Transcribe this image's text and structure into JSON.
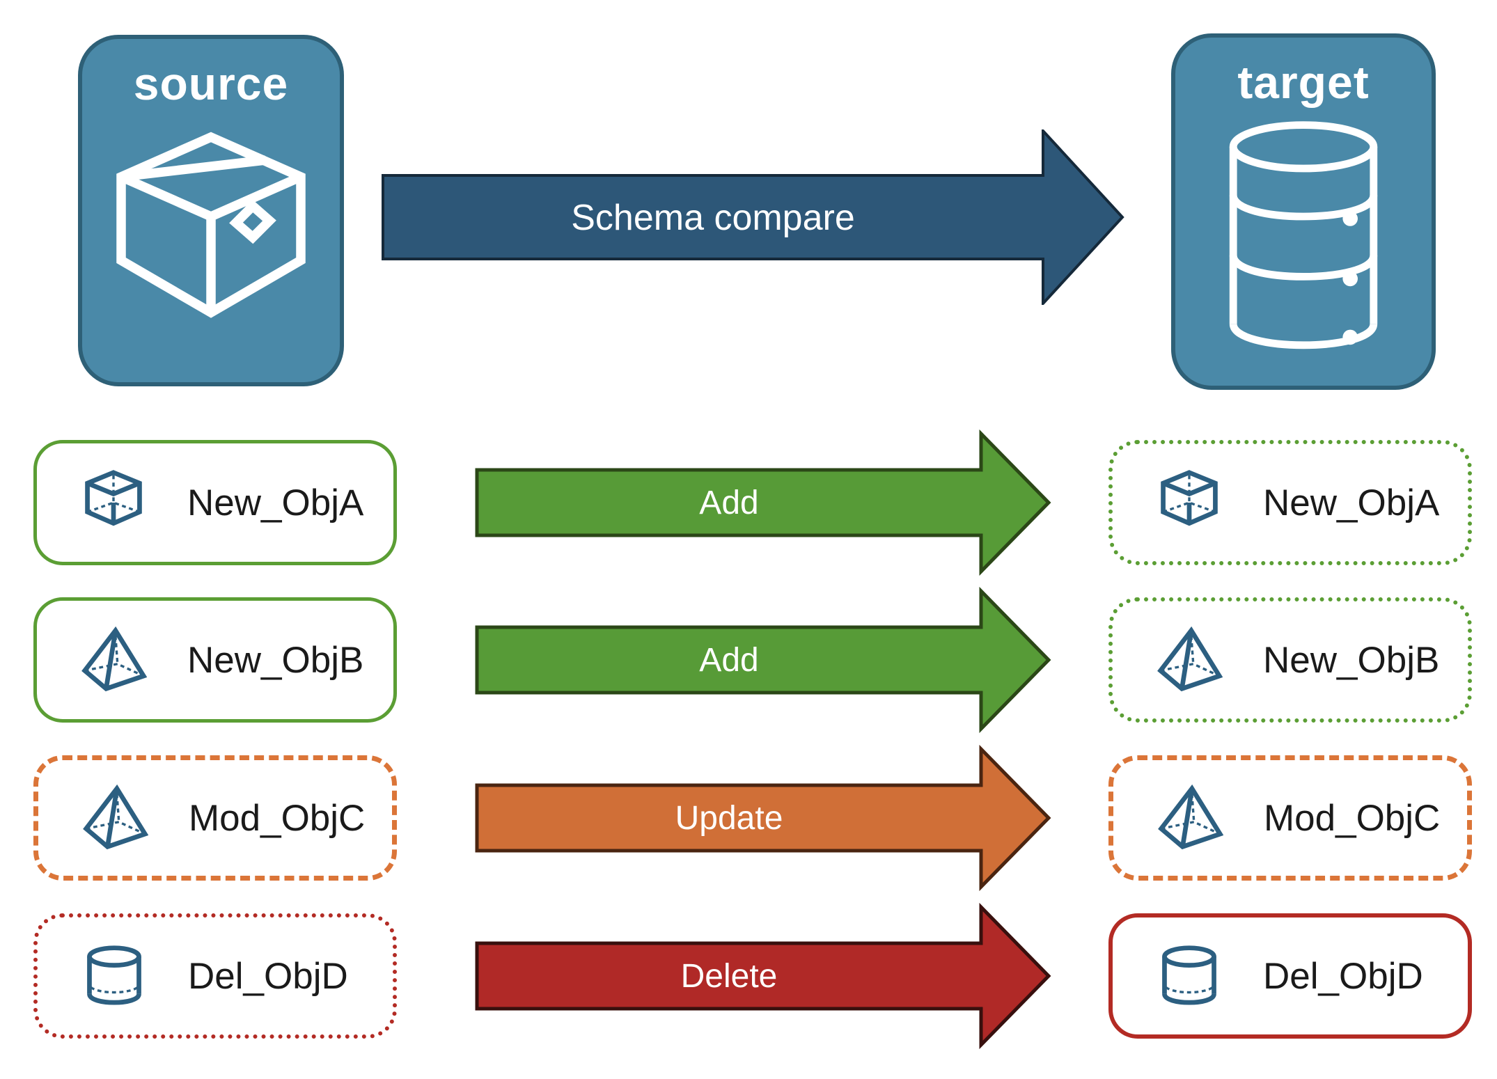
{
  "title": "Schema compare diagram",
  "colors": {
    "background": "#FFFFFF",
    "node-fill": "#4A89A8",
    "node-border": "#2E6077",
    "node-text": "#FFFFFF",
    "compare-fill": "#2D5778",
    "compare-border": "#15293A",
    "add-fill": "#579B37",
    "add-border": "#2B4717",
    "update-fill": "#D06F37",
    "update-border": "#4A2511",
    "delete-fill": "#B02927",
    "delete-border": "#38100E",
    "box-green": "#5B9E34",
    "box-orange": "#DB7538",
    "box-red": "#B32B24",
    "icon-blue": "#2C5F81",
    "label-text": "#1A1A1A",
    "arrow-text": "#FFFFFF"
  },
  "source_node": {
    "label": "source",
    "icon": "package-icon"
  },
  "target_node": {
    "label": "target",
    "icon": "database-icon"
  },
  "compare_arrow": {
    "label": "Schema compare"
  },
  "rows": [
    {
      "source": {
        "label": "New_ObjA",
        "icon": "cube-icon",
        "border": "solid green"
      },
      "arrow": {
        "label": "Add",
        "color": "green"
      },
      "target": {
        "label": "New_ObjA",
        "icon": "cube-icon",
        "border": "dotted green"
      }
    },
    {
      "source": {
        "label": "New_ObjB",
        "icon": "pyramid-icon",
        "border": "solid green"
      },
      "arrow": {
        "label": "Add",
        "color": "green"
      },
      "target": {
        "label": "New_ObjB",
        "icon": "pyramid-icon",
        "border": "dotted green"
      }
    },
    {
      "source": {
        "label": "Mod_ObjC",
        "icon": "pyramid-icon",
        "border": "dashed orange"
      },
      "arrow": {
        "label": "Update",
        "color": "orange"
      },
      "target": {
        "label": "Mod_ObjC",
        "icon": "pyramid-icon",
        "border": "dashed orange"
      }
    },
    {
      "source": {
        "label": "Del_ObjD",
        "icon": "cylinder-icon",
        "border": "dotted red"
      },
      "arrow": {
        "label": "Delete",
        "color": "red"
      },
      "target": {
        "label": "Del_ObjD",
        "icon": "cylinder-icon",
        "border": "solid red"
      }
    }
  ]
}
